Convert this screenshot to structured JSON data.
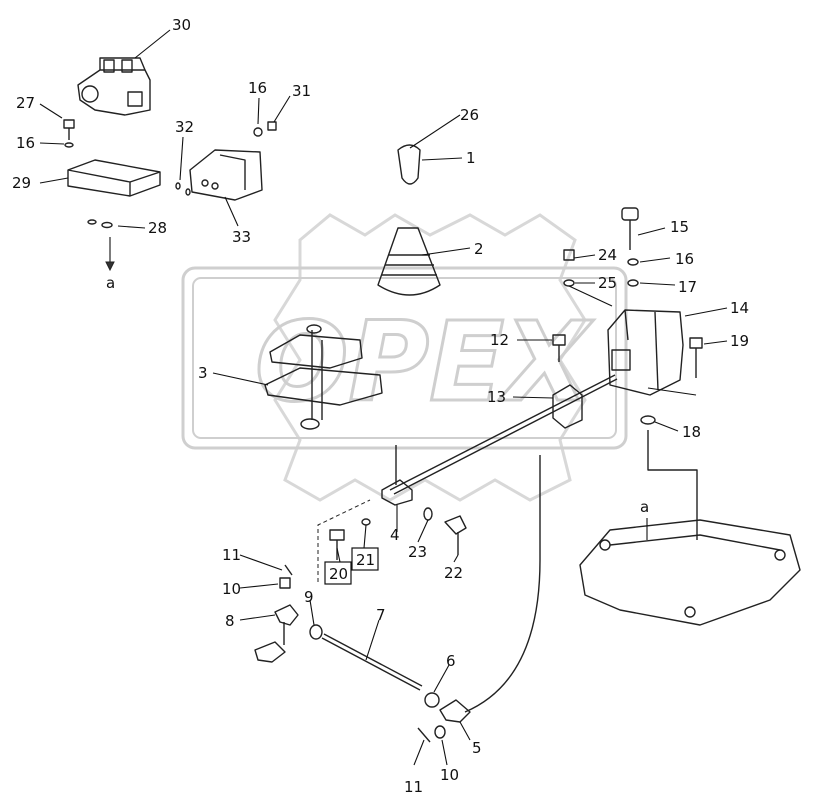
{
  "watermark": {
    "text": "OPEX"
  },
  "callouts": [
    {
      "id": "c30",
      "text": "30"
    },
    {
      "id": "c27",
      "text": "27"
    },
    {
      "id": "c16a",
      "text": "16"
    },
    {
      "id": "c29",
      "text": "29"
    },
    {
      "id": "c28",
      "text": "28"
    },
    {
      "id": "ca1",
      "text": "a"
    },
    {
      "id": "c16b",
      "text": "16"
    },
    {
      "id": "c31",
      "text": "31"
    },
    {
      "id": "c32",
      "text": "32"
    },
    {
      "id": "c33",
      "text": "33"
    },
    {
      "id": "c26",
      "text": "26"
    },
    {
      "id": "c1",
      "text": "1"
    },
    {
      "id": "c2",
      "text": "2"
    },
    {
      "id": "c15",
      "text": "15"
    },
    {
      "id": "c24",
      "text": "24"
    },
    {
      "id": "c16c",
      "text": "16"
    },
    {
      "id": "c25",
      "text": "25"
    },
    {
      "id": "c17",
      "text": "17"
    },
    {
      "id": "c14",
      "text": "14"
    },
    {
      "id": "c12",
      "text": "12"
    },
    {
      "id": "c19",
      "text": "19"
    },
    {
      "id": "c3",
      "text": "3"
    },
    {
      "id": "c13",
      "text": "13"
    },
    {
      "id": "c18",
      "text": "18"
    },
    {
      "id": "ca2",
      "text": "a"
    },
    {
      "id": "c4",
      "text": "4"
    },
    {
      "id": "c23",
      "text": "23"
    },
    {
      "id": "c22",
      "text": "22"
    },
    {
      "id": "c20",
      "text": "20"
    },
    {
      "id": "c21",
      "text": "21"
    },
    {
      "id": "c11a",
      "text": "11"
    },
    {
      "id": "c10a",
      "text": "10"
    },
    {
      "id": "c8",
      "text": "8"
    },
    {
      "id": "c9",
      "text": "9"
    },
    {
      "id": "c7",
      "text": "7"
    },
    {
      "id": "c6",
      "text": "6"
    },
    {
      "id": "c5",
      "text": "5"
    },
    {
      "id": "c11b",
      "text": "11"
    },
    {
      "id": "c10b",
      "text": "10"
    }
  ]
}
